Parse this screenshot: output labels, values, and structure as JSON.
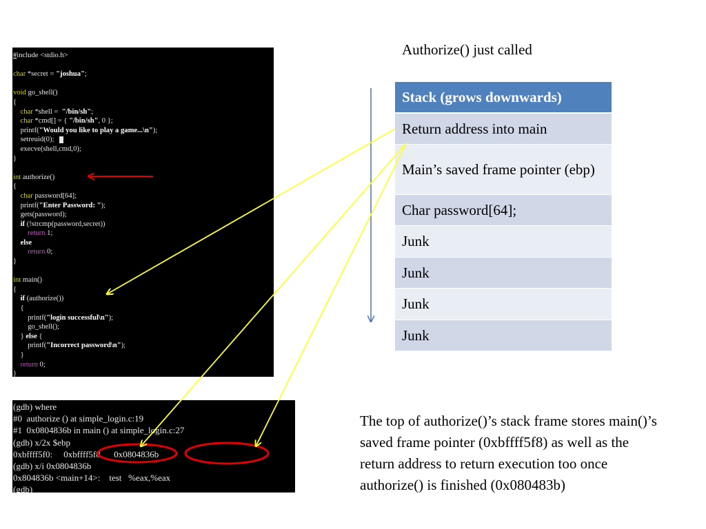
{
  "title": "Authorize() just called",
  "code_lines": [
    [
      {
        "t": "#",
        "c": "hash"
      },
      {
        "t": "include <stdio.h>",
        "c": ""
      }
    ],
    [],
    [
      {
        "t": "char",
        "c": "kw"
      },
      {
        "t": " *secret = ",
        "c": ""
      },
      {
        "t": "\"joshua\"",
        "c": "str"
      },
      {
        "t": ";",
        "c": ""
      }
    ],
    [],
    [
      {
        "t": "void",
        "c": "kw"
      },
      {
        "t": " go_shell()",
        "c": ""
      }
    ],
    [
      {
        "t": "{",
        "c": ""
      }
    ],
    [
      {
        "t": "    ",
        "c": ""
      },
      {
        "t": "char",
        "c": "kw"
      },
      {
        "t": " *shell =  ",
        "c": ""
      },
      {
        "t": "\"/bin/sh\"",
        "c": "str"
      },
      {
        "t": ";",
        "c": ""
      }
    ],
    [
      {
        "t": "    ",
        "c": ""
      },
      {
        "t": "char",
        "c": "kw"
      },
      {
        "t": " *cmd[] = { ",
        "c": ""
      },
      {
        "t": "\"/bin/sh\"",
        "c": "str"
      },
      {
        "t": ", 0 };",
        "c": ""
      }
    ],
    [
      {
        "t": "    printf(",
        "c": ""
      },
      {
        "t": "\"Would you like to play a game...\\n\"",
        "c": "str"
      },
      {
        "t": ");",
        "c": ""
      }
    ],
    [
      {
        "t": "    setreuid(0);   ",
        "c": ""
      },
      {
        "t": "",
        "c": "cursor"
      }
    ],
    [
      {
        "t": "    execve(shell,cmd,0);",
        "c": ""
      }
    ],
    [
      {
        "t": "}",
        "c": ""
      }
    ],
    [],
    [
      {
        "t": "int",
        "c": "kw"
      },
      {
        "t": " authorize()",
        "c": ""
      }
    ],
    [
      {
        "t": "{",
        "c": ""
      }
    ],
    [
      {
        "t": "    ",
        "c": ""
      },
      {
        "t": "char",
        "c": "kw"
      },
      {
        "t": " password[64];",
        "c": ""
      }
    ],
    [
      {
        "t": "    printf(",
        "c": ""
      },
      {
        "t": "\"Enter Password: \"",
        "c": "str"
      },
      {
        "t": ");",
        "c": ""
      }
    ],
    [
      {
        "t": "    gets(password);",
        "c": ""
      }
    ],
    [
      {
        "t": "    ",
        "c": ""
      },
      {
        "t": "if",
        "c": "str"
      },
      {
        "t": " (!strcmp(password,secret))",
        "c": ""
      }
    ],
    [
      {
        "t": "        ",
        "c": ""
      },
      {
        "t": "return",
        "c": "ret"
      },
      {
        "t": " 1;",
        "c": ""
      }
    ],
    [
      {
        "t": "    ",
        "c": ""
      },
      {
        "t": "else",
        "c": "str"
      }
    ],
    [
      {
        "t": "        ",
        "c": ""
      },
      {
        "t": "return",
        "c": "ret"
      },
      {
        "t": " 0;",
        "c": ""
      }
    ],
    [
      {
        "t": "}",
        "c": ""
      }
    ],
    [],
    [
      {
        "t": "int",
        "c": "kw"
      },
      {
        "t": " main()",
        "c": ""
      }
    ],
    [
      {
        "t": "{",
        "c": ""
      }
    ],
    [
      {
        "t": "    ",
        "c": ""
      },
      {
        "t": "if",
        "c": "str"
      },
      {
        "t": " (authorize())",
        "c": ""
      }
    ],
    [
      {
        "t": "    {",
        "c": ""
      }
    ],
    [
      {
        "t": "        printf(",
        "c": ""
      },
      {
        "t": "\"login successful\\n\"",
        "c": "str"
      },
      {
        "t": ");",
        "c": ""
      }
    ],
    [
      {
        "t": "        go_shell();",
        "c": ""
      }
    ],
    [
      {
        "t": "    } ",
        "c": ""
      },
      {
        "t": "else",
        "c": "str"
      },
      {
        "t": " {",
        "c": ""
      }
    ],
    [
      {
        "t": "        printf(",
        "c": ""
      },
      {
        "t": "\"Incorrect password\\n\"",
        "c": "str"
      },
      {
        "t": ");",
        "c": ""
      }
    ],
    [
      {
        "t": "    }",
        "c": ""
      }
    ],
    [
      {
        "t": "    ",
        "c": ""
      },
      {
        "t": "return",
        "c": "ret"
      },
      {
        "t": " 0;",
        "c": ""
      }
    ],
    [
      {
        "t": "}",
        "c": ""
      }
    ]
  ],
  "gdb_lines": [
    "(gdb) where",
    "#0  authorize () at simple_login.c:19",
    "#1  0x0804836b in main () at simple_login.c:27",
    "(gdb) x/2x $ebp",
    "0xbffff5f0:     0xbffff5f8      0x0804836b",
    "(gdb) x/i 0x0804836b",
    "0x804836b <main+14>:    test   %eax,%eax",
    "(gdb)"
  ],
  "stack": {
    "header": "Stack (grows downwards)",
    "rows": [
      "Return address into main",
      "Main’s saved frame pointer (ebp)",
      "Char password[64];",
      "Junk",
      "Junk",
      "Junk",
      "Junk"
    ]
  },
  "explanation": "The top of authorize()’s stack frame stores main()’s saved frame pointer (0xbffff5f8) as well as the return address to return execution too once authorize() is finished (0x080483b)",
  "colors": {
    "annotation_red": "#e00000",
    "connector_yellow": "#ffff33",
    "direction_arrow_blue": "#4472c4",
    "table_header": "#4f81bd",
    "table_row_odd": "#d0d8e8",
    "table_row_even": "#e9edf4"
  }
}
